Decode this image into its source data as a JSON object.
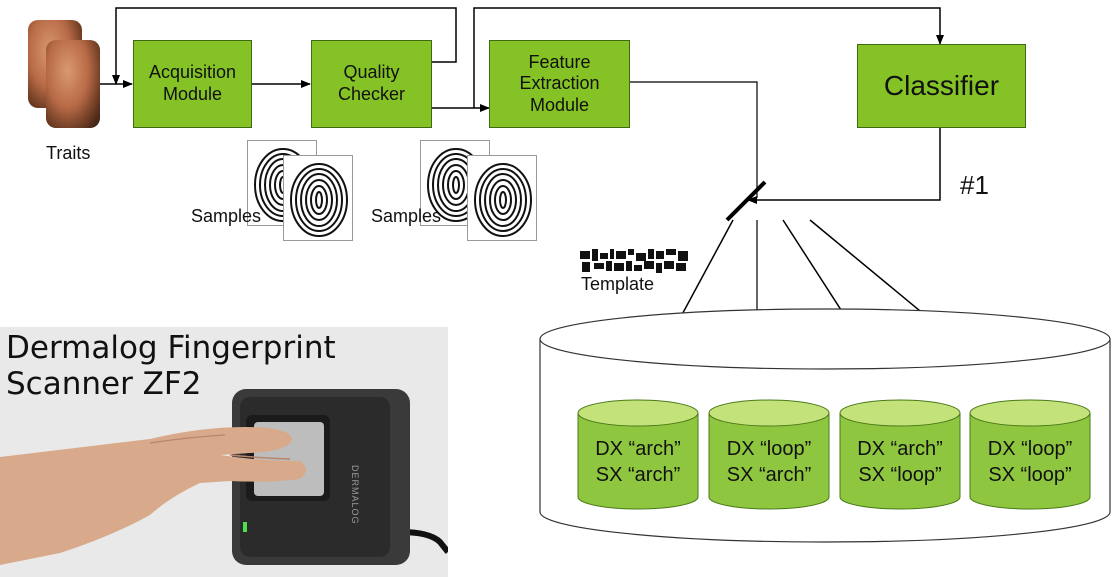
{
  "modules": {
    "acquisition": "Acquisition\nModule",
    "quality": "Quality\nChecker",
    "feature": "Feature\nExtraction\nModule",
    "classifier": "Classifier"
  },
  "labels": {
    "traits": "Traits",
    "samples_1": "Samples",
    "samples_2": "Samples",
    "template": "Template",
    "hash_one": "#1"
  },
  "database": {
    "classes": [
      {
        "dx": "DX “arch”",
        "sx": "SX “arch”"
      },
      {
        "dx": "DX “loop”",
        "sx": "SX “arch”"
      },
      {
        "dx": "DX “arch”",
        "sx": "SX “loop”"
      },
      {
        "dx": "DX “loop”",
        "sx": "SX “loop”"
      }
    ]
  },
  "scanner": {
    "title": "Dermalog Fingerprint\nScanner ZF2",
    "brand": "DERMALOG"
  },
  "colors": {
    "module_fill": "#84c225",
    "cylinder_fill": "#8fc63f",
    "cylinder_top": "#c4e27a"
  }
}
